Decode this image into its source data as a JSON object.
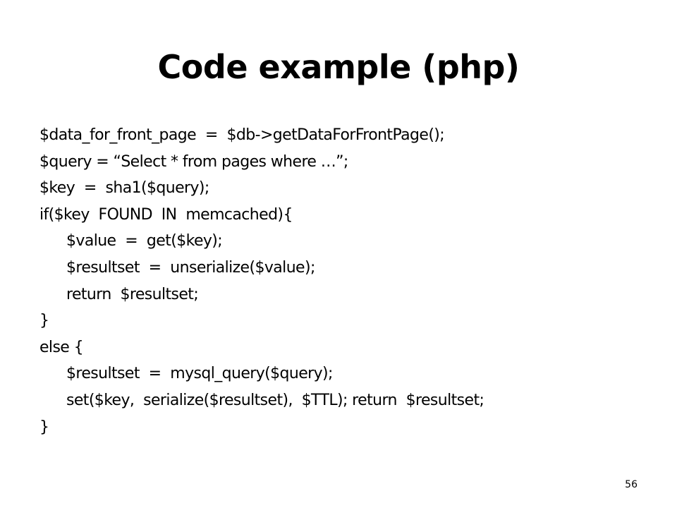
{
  "slide": {
    "title": "Code example (php)",
    "page_number": "56",
    "code_lines": [
      {
        "text": "$data_for_front_page  =  $db->getDataForFrontPage();",
        "indent": false
      },
      {
        "text": "$query = “Select * from pages where …”;",
        "indent": false
      },
      {
        "text": "$key  =  sha1($query);",
        "indent": false
      },
      {
        "text": "if($key  FOUND  IN  memcached){",
        "indent": false
      },
      {
        "text": "$value  =  get($key);",
        "indent": true
      },
      {
        "text": "$resultset  =  unserialize($value);",
        "indent": true
      },
      {
        "text": "return  $resultset;",
        "indent": true
      },
      {
        "text": "}",
        "indent": false
      },
      {
        "text": "else {",
        "indent": false
      },
      {
        "text": "$resultset  =  mysql_query($query);",
        "indent": true
      },
      {
        "text": "set($key,  serialize($resultset),  $TTL); return  $resultset;",
        "indent": true
      },
      {
        "text": "}",
        "indent": false
      }
    ]
  }
}
